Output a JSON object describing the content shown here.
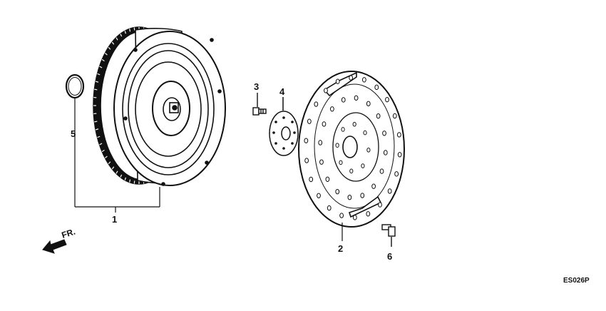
{
  "callouts": {
    "p1": "1",
    "p2": "2",
    "p3": "3",
    "p4": "4",
    "p5": "5",
    "p6": "6"
  },
  "direction_label": "FR.",
  "diagram_code": "ES026P",
  "parts": [
    {
      "number": "1",
      "icon": "torque-converter-icon"
    },
    {
      "number": "2",
      "icon": "drive-plate-icon"
    },
    {
      "number": "3",
      "icon": "bolt-icon"
    },
    {
      "number": "4",
      "icon": "washer-plate-icon"
    },
    {
      "number": "5",
      "icon": "o-ring-icon"
    },
    {
      "number": "6",
      "icon": "bolt-icon"
    }
  ]
}
